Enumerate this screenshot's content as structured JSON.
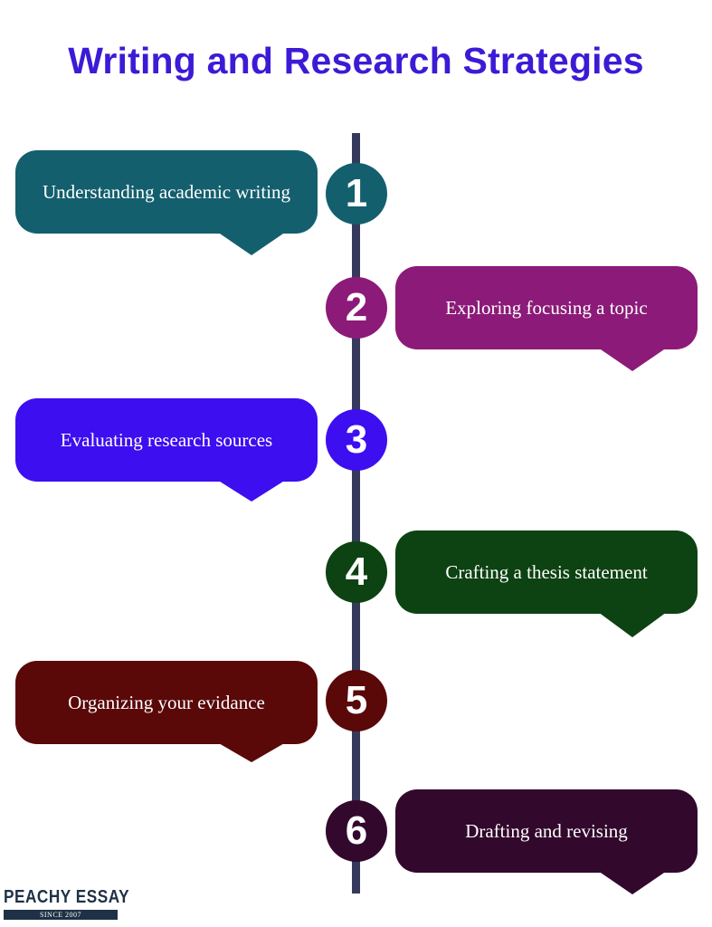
{
  "title": "Writing and Research Strategies",
  "steps": [
    {
      "number": "1",
      "label": "Understanding academic writing",
      "color": "#135f6e",
      "side": "left"
    },
    {
      "number": "2",
      "label": "Exploring focusing a topic",
      "color": "#8c1a78",
      "side": "right"
    },
    {
      "number": "3",
      "label": "Evaluating research sources",
      "color": "#3d0ef0",
      "side": "left"
    },
    {
      "number": "4",
      "label": "Crafting a thesis statement",
      "color": "#0d4212",
      "side": "right"
    },
    {
      "number": "5",
      "label": "Organizing your evidance",
      "color": "#5a0808",
      "side": "left"
    },
    {
      "number": "6",
      "label": "Drafting and revising",
      "color": "#32082c",
      "side": "right"
    }
  ],
  "logo": {
    "name": "PEACHY ESSAY",
    "tagline": "SINCE 2007"
  }
}
